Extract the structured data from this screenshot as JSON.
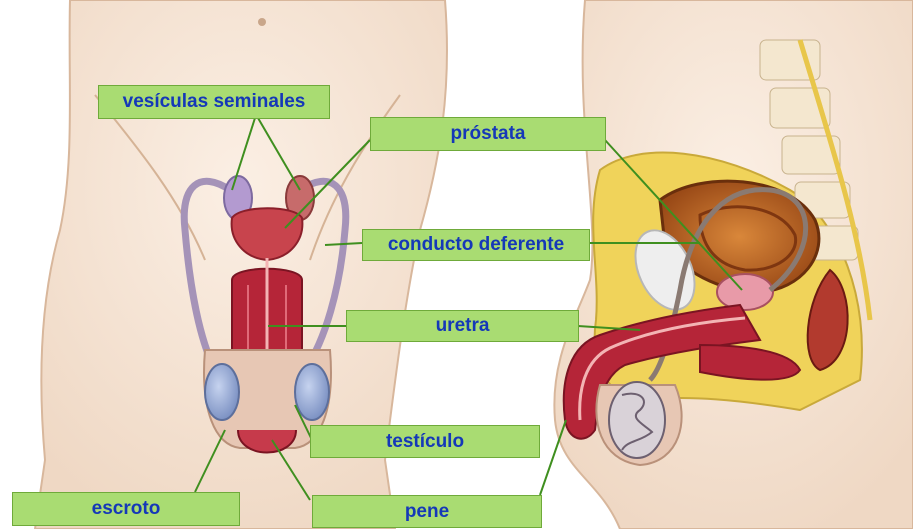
{
  "labels": {
    "vesiculas_seminales": "vesículas seminales",
    "prostata": "próstata",
    "conducto_deferente": "conducto deferente",
    "uretra": "uretra",
    "testiculo": "testículo",
    "escroto": "escroto",
    "pene": "pene"
  },
  "colors": {
    "label_fill": "#a9dc72",
    "label_border": "#6faa3a",
    "label_text": "#1538b8",
    "leader_line": "#3f8f1f",
    "skin": "#f6e6d7",
    "fat": "#f0d35a",
    "tissue": "#b52538",
    "bladder": "#c97026",
    "testis": "#9fb2d8"
  }
}
